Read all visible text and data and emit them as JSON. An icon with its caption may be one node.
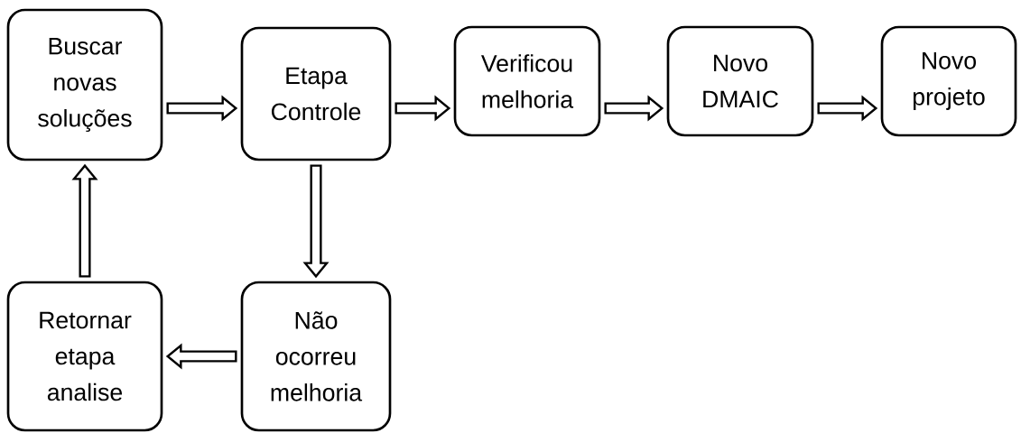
{
  "diagram": {
    "nodes": [
      {
        "text": [
          "Buscar novas soluções"
        ]
      },
      {
        "text": [
          "Etapa Controle"
        ]
      },
      {
        "text": [
          "Verificou melhoria"
        ]
      },
      {
        "text": [
          "Novo DMAIC"
        ]
      },
      {
        "text": [
          "Novo projeto"
        ]
      },
      {
        "text": [
          "Retornar etapa analise"
        ]
      },
      {
        "text": [
          "Não ocorreu melhoria"
        ]
      }
    ],
    "edges": [
      {
        "from": 0,
        "to": 1,
        "arrow": "to"
      },
      {
        "from": 1,
        "to": 2,
        "arrow": "to"
      },
      {
        "from": 2,
        "to": 3,
        "arrow": "to"
      },
      {
        "from": 3,
        "to": 4,
        "arrow": "to"
      },
      {
        "from": 1,
        "to": 6,
        "arrow": "to"
      },
      {
        "from": 6,
        "to": 5,
        "arrow": "to"
      },
      {
        "from": 5,
        "to": 0,
        "arrow": "to"
      }
    ]
  }
}
